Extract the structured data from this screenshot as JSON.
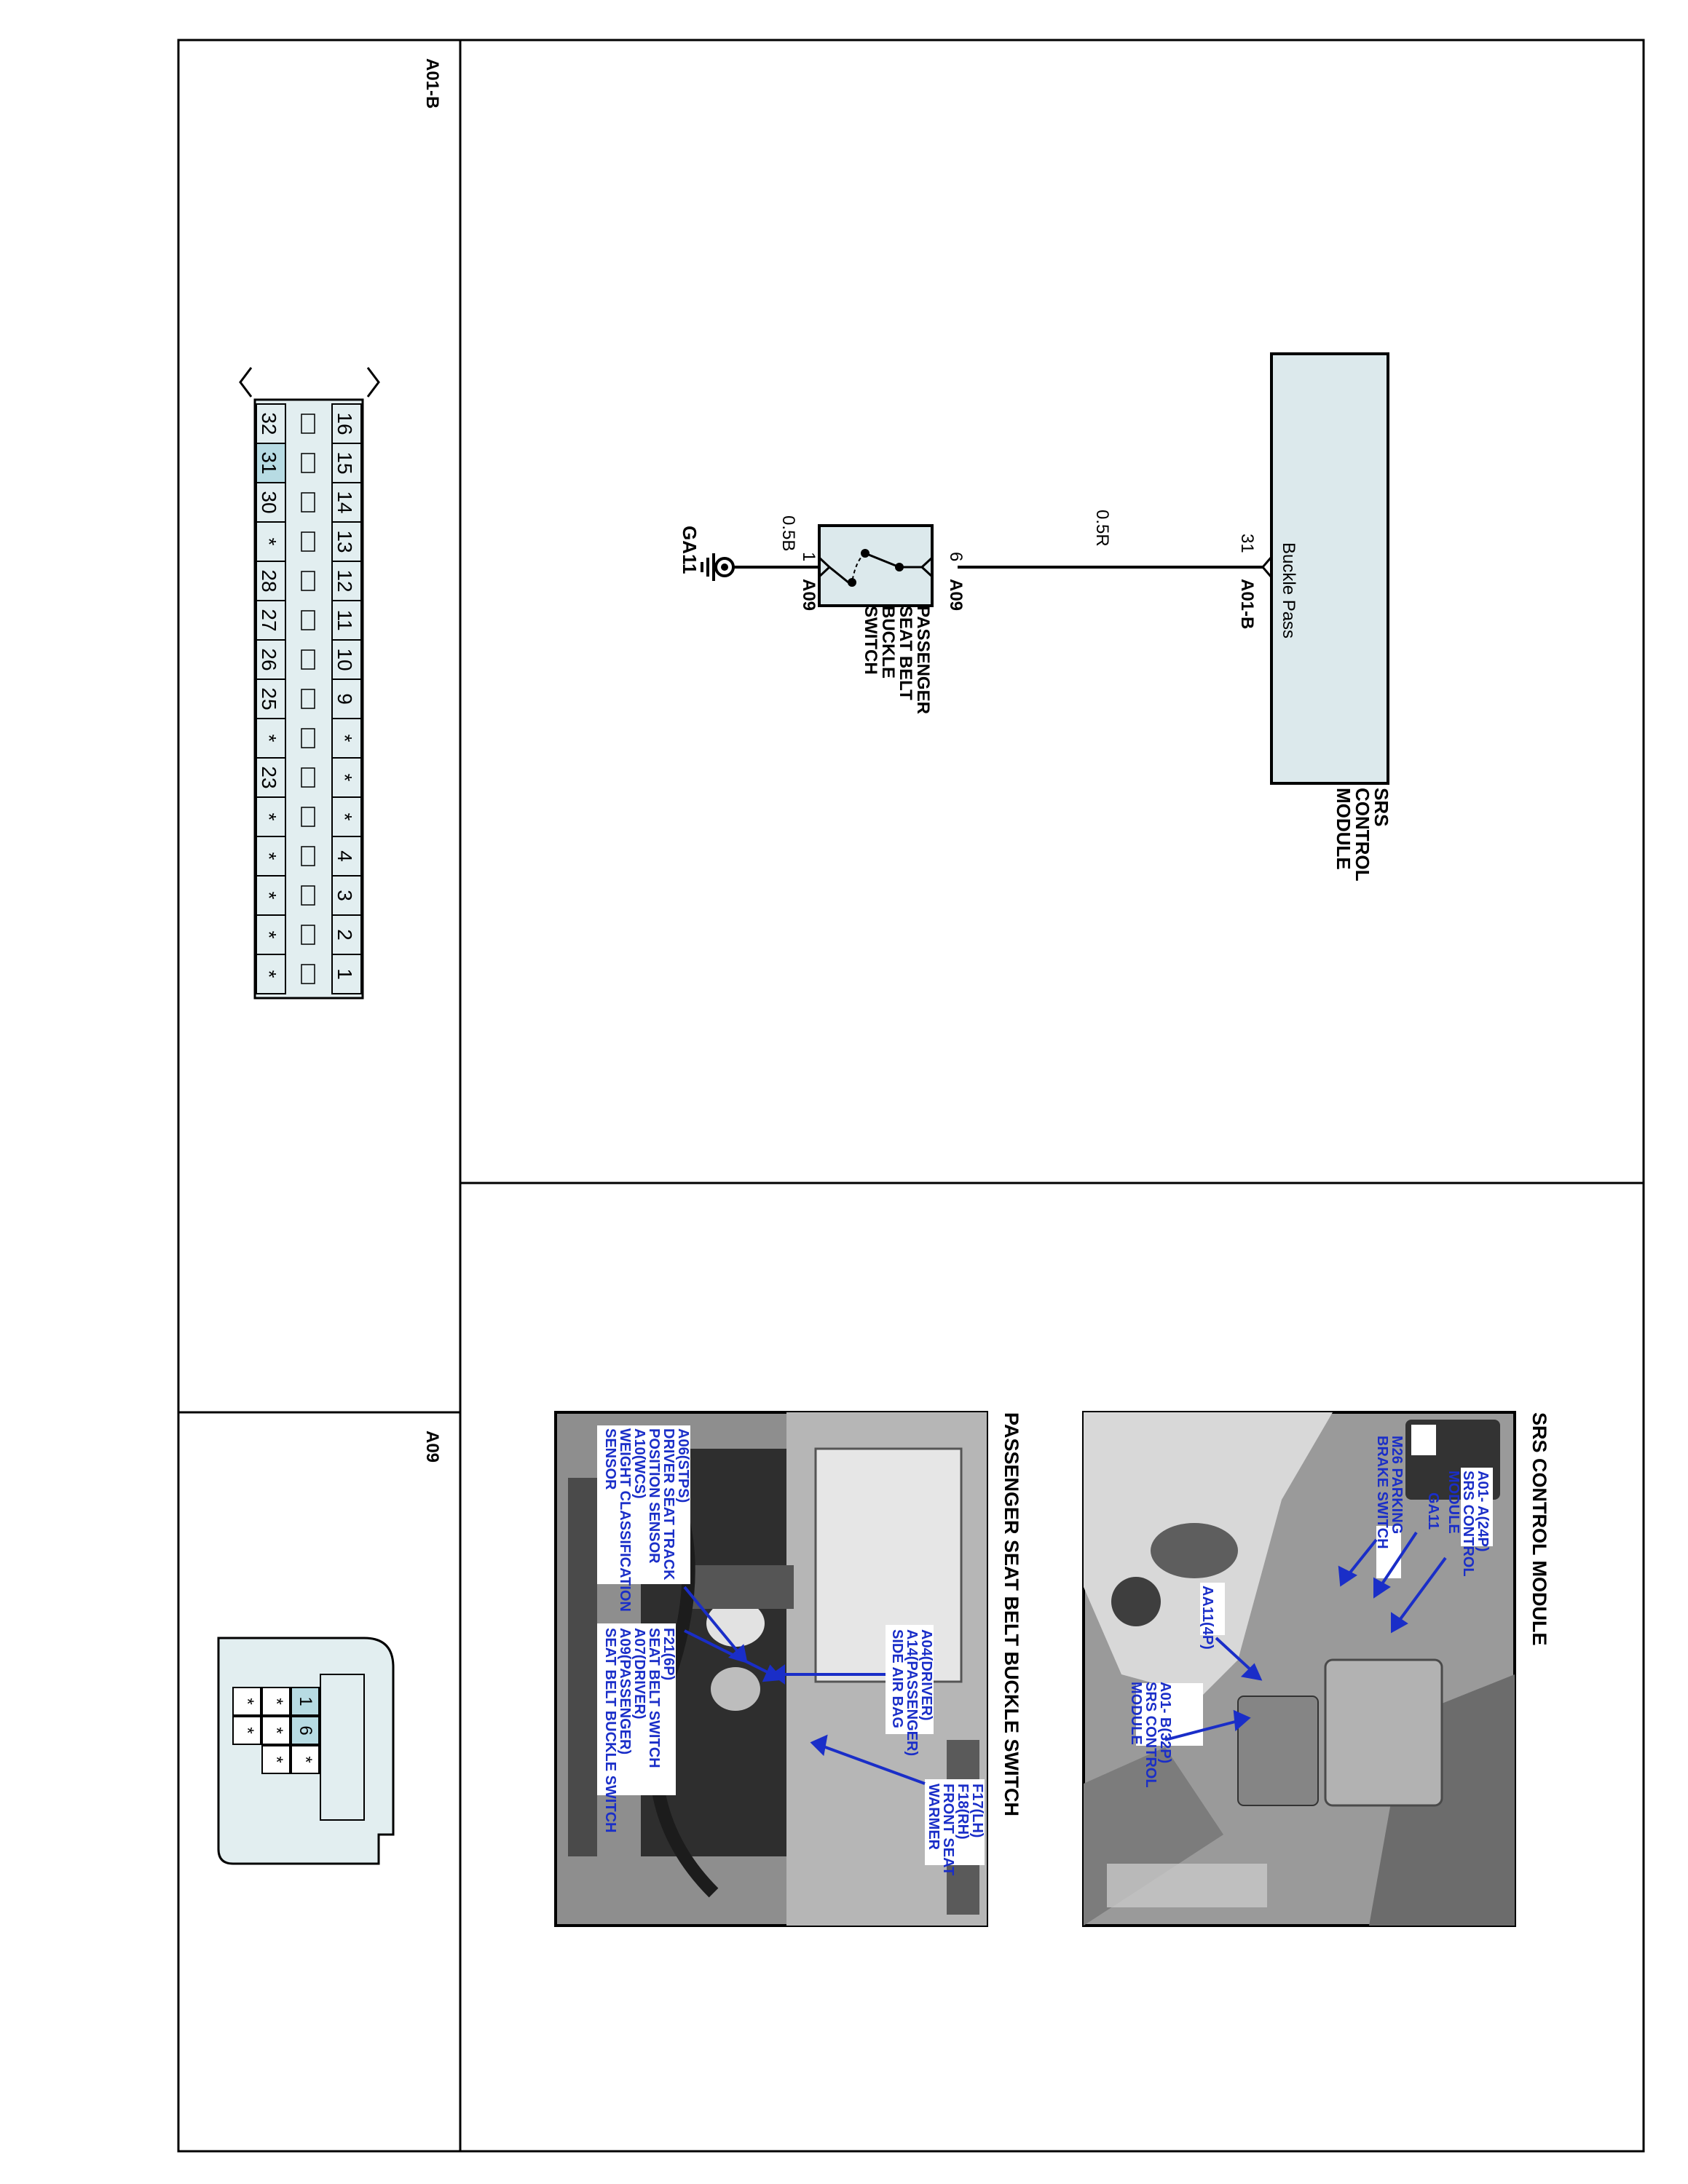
{
  "connector_a01b": {
    "title": "A01-B",
    "top_row": [
      "16",
      "15",
      "14",
      "13",
      "12",
      "11",
      "10",
      "9",
      "*",
      "*",
      "*",
      "4",
      "3",
      "2",
      "1"
    ],
    "bottom_row": [
      "32",
      "31",
      "30",
      "*",
      "28",
      "27",
      "26",
      "25",
      "*",
      "23",
      "*",
      "*",
      "*",
      "*",
      "*"
    ],
    "highlight": "31",
    "highlight_color": "#b7dbe3",
    "body_color": "#e2eef0"
  },
  "connector_a09": {
    "title": "A09",
    "row1": [
      "1",
      "*",
      "*"
    ],
    "row2": [
      "6",
      "*",
      "*"
    ],
    "row3": [
      "*",
      "*"
    ],
    "highlight": [
      "1",
      "6"
    ],
    "highlight_color": "#b7dbe3"
  },
  "schematic": {
    "module_label": [
      "SRS",
      "CONTROL",
      "MODULE"
    ],
    "module_pin_label": "Buckle Pass",
    "module_pin_number": "31",
    "module_connector": "A01-B",
    "wire_top": "0.5R",
    "switch_label": [
      "PASSENGER",
      "SEAT BELT",
      "BUCKLE",
      "SWITCH"
    ],
    "switch_pin_top": "6",
    "switch_pin_bottom": "1",
    "switch_connector_top": "A09",
    "switch_connector_bottom": "A09",
    "wire_bottom": "0.5B",
    "ground": "GA11",
    "module_fill": "#dce9ec"
  },
  "photos": {
    "srs_title": "SRS CONTROL MODULE",
    "srs_labels": {
      "a01a": [
        "A01- A(24P)",
        "SRS CONTROL",
        "MODULE"
      ],
      "ga11": "GA11",
      "m26": [
        "M26 PARKING",
        "BRAKE SWITCH"
      ],
      "aa11": "AA11(4P)",
      "a01b": [
        "A01- B(32P)",
        "SRS CONTROL",
        "MODULE"
      ]
    },
    "buckle_title": "PASSENGER SEAT BELT BUCKLE SWITCH",
    "buckle_labels": {
      "f17": [
        "F17(LH)",
        "F18(RH)",
        "FRONT SEAT",
        "WARMER"
      ],
      "a04": [
        "A04(DRIVER)",
        "A14(PASSENGER)",
        "SIDE AIR BAG"
      ],
      "a06": [
        "A06(STPS)",
        "DRIVER SEAT TRACK",
        "POSITION SENSOR",
        "A10(WCS)",
        "WEIGHT CLASSIFICATION",
        "SENSOR"
      ],
      "f21": [
        "F21(6P)",
        "SEAT BELT SWITCH",
        "A07(DRIVER)",
        "A09(PASSENGER)",
        "SEAT BELT BUCKLE SWITCH"
      ]
    },
    "label_color": "#1a2ec8"
  }
}
